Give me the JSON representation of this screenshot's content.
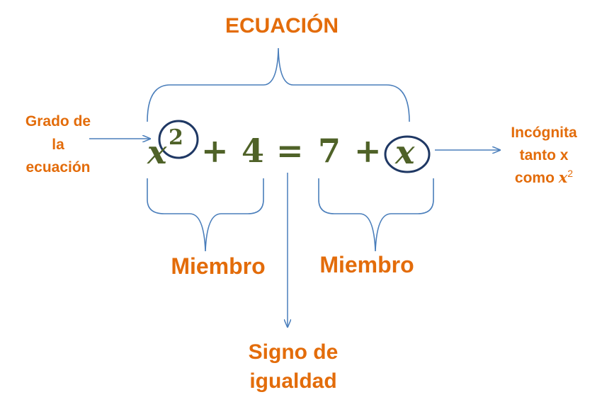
{
  "title": "ECUACIÓN",
  "left_label": {
    "line1": "Grado de",
    "line2": "la",
    "line3": "ecuación"
  },
  "right_label": {
    "line1": "Incógnita",
    "line2": "tanto x",
    "line3_prefix": "como ",
    "line3_var": "x",
    "line3_exp": "2"
  },
  "member_left": "Miembro",
  "member_right": "Miembro",
  "equality_label": {
    "line1": "Signo de",
    "line2": "igualdad"
  },
  "equation": {
    "var_left": "x",
    "exponent": "2",
    "plus_1": "+",
    "const_left": "4",
    "equals": "=",
    "const_right": "7",
    "plus_2": "+",
    "var_right": "x"
  },
  "colors": {
    "label": "#e36c0a",
    "equation": "#4f6228",
    "lines": "#4a7ebb",
    "circles": "#1f3864"
  }
}
